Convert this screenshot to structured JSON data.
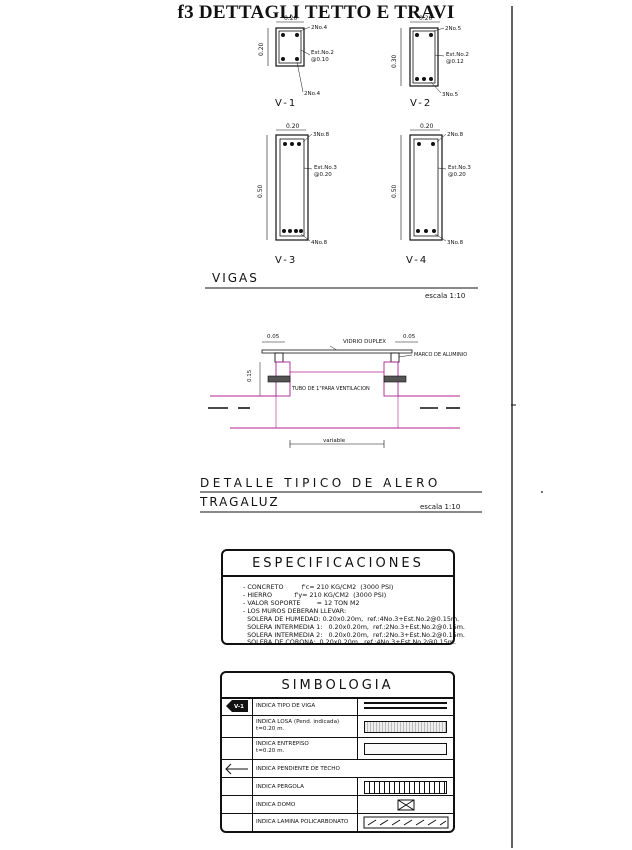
{
  "page_title": "f3 DETTAGLI TETTO E TRAVI",
  "beams": [
    {
      "name": "V-1",
      "width": "0.20",
      "height": "0.20",
      "top_bars": "2No.4",
      "stirrup": "Est.No.2",
      "spacing": "@0.10",
      "bottom_bars": "2No.4"
    },
    {
      "name": "V-2",
      "width": "0.20",
      "height": "0.30",
      "top_bars": "2No.5",
      "stirrup": "Est.No.2",
      "spacing": "@0.12",
      "bottom_bars": "3No.5"
    },
    {
      "name": "V-3",
      "width": "0.20",
      "height": "0.50",
      "top_bars": "3No.8",
      "stirrup": "Est.No.3",
      "spacing": "@0.20",
      "bottom_bars": "4No.8"
    },
    {
      "name": "V-4",
      "width": "0.20",
      "height": "0.50",
      "top_bars": "2No.8",
      "stirrup": "Est.No.3",
      "spacing": "@0.20",
      "bottom_bars": "3No.8"
    }
  ],
  "vigas_title": "VIGAS",
  "vigas_scale": "escala 1:10",
  "skylight": {
    "dim_left": "0.05",
    "dim_right": "0.05",
    "glass_label": "VIDRIO DUPLEX",
    "frame_label": "MARCO DE ALUMINIO",
    "height_dim": "0.15",
    "tube_label": "TUBO DE 1\"PARA VENTILACION",
    "variable_label": "variable",
    "title1": "DETALLE TIPICO DE ALERO",
    "title2": "TRAGALUZ",
    "scale": "escala 1:10"
  },
  "especificaciones": {
    "title": "ESPECIFICACIONES",
    "lines": [
      "- CONCRETO         f'c= 210 KG/CM2  (3000 PSI)",
      "- HIERRO           f'y= 210 KG/CM2  (3000 PSI)",
      "- VALOR SOPORTE        = 12 TON M2",
      "- LOS MUROS DEBERAN LLEVAR:",
      "  SOLERA DE HUMEDAD: 0.20x0.20m,  ref.:4No.3+Est.No.2@0.15m.",
      "  SOLERA INTERMEDIA 1:   0.20x0.20m,  ref.:2No.3+Est.No.2@0.15m.",
      "  SOLERA INTERMEDIA 2:   0.20x0.20m,  ref.:2No.3+Est.No.2@0.15m.",
      "  SOLERA DE CORONA:  0.20x0.20m,  ref.:4No.3+Est.No.2@0.15m."
    ]
  },
  "simbologia": {
    "title": "SIMBOLOGIA",
    "badge": "V-1",
    "rows": [
      {
        "label": "INDICA TIPO DE VIGA",
        "icon": "beam-tag-icon"
      },
      {
        "label": "INDICA LOSA (Pend. indicada)\nt=0.20 m.",
        "icon": "none"
      },
      {
        "label": "INDICA ENTREPISO\nt=0.20 m.",
        "icon": "none"
      },
      {
        "label": "INDICA PENDIENTE DE TECHO",
        "icon": "arrow-left-icon"
      },
      {
        "label": "INDICA PERGOLA",
        "icon": "none"
      },
      {
        "label": "INDICA DOMO",
        "icon": "none"
      },
      {
        "label": "INDICA LAMINA POLICARBONATO",
        "icon": "none"
      }
    ]
  }
}
